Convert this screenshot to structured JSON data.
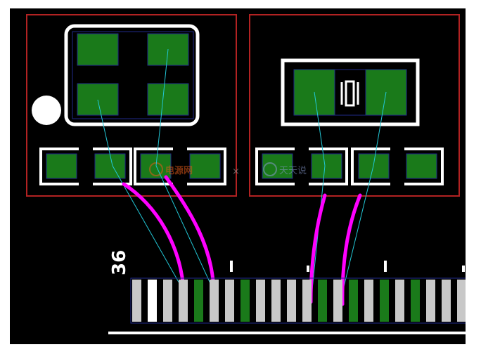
{
  "editor": {
    "view": "pcb-layout-canvas",
    "background_color": "#000000",
    "outer_frame_color": "#ffffff",
    "board_outline_color": "#b22222",
    "silkscreen_color": "#ffffff",
    "pad_color": "#1a7a1a",
    "pad_outline_color": "#1f2a8a",
    "ratsnest_color": "#22c7d6",
    "route_color": "#ff00ff",
    "connector_pad_color_alt": "#c8c8c8"
  },
  "silkscreen": {
    "pin_label": "36"
  },
  "watermarks": {
    "left": "电源网",
    "separator": "×",
    "right": "天天说"
  }
}
